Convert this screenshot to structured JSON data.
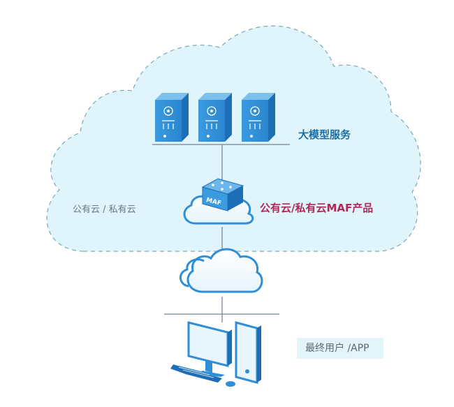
{
  "labels": {
    "model_service": "大模型服务",
    "maf_product": "公有云/私有云MAF产品",
    "cloud_type": "公有云 / 私有云",
    "end_user": "最终用户 /APP"
  },
  "box_label": "MAF",
  "colors": {
    "cloud_fill": "#e0f4fb",
    "cloud_stroke": "#7fa7b8",
    "server_blue": "#2f8ed6",
    "server_dark": "#1c6fb7",
    "line": "#8796a3",
    "model_text": "#1a6fa8",
    "maf_text": "#b0285a",
    "cloud_text": "#6b7884"
  },
  "icons": [
    "server-icon",
    "maf-box-icon",
    "cloud-icon",
    "desktop-icon",
    "keyboard-icon",
    "mouse-icon",
    "phone-icon"
  ]
}
